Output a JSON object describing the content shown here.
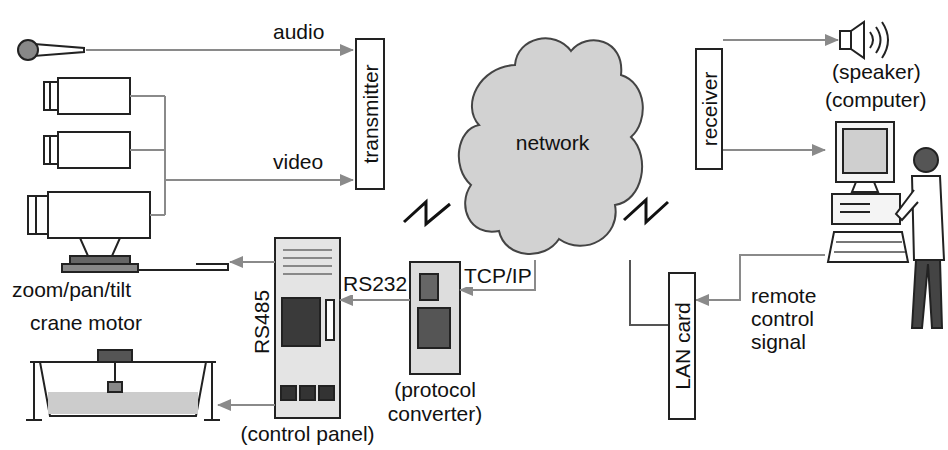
{
  "diagram": {
    "nodes": [
      {
        "text": [
          "transmitter"
        ]
      },
      {
        "text": [
          "zoom/pan/tilt"
        ]
      },
      {
        "text": [
          "crane motor"
        ]
      },
      {
        "text": [
          "(control panel)"
        ]
      },
      {
        "text": [
          "(protocol converter)"
        ]
      },
      {
        "text": [
          "network"
        ]
      },
      {
        "text": [
          "receiver"
        ]
      },
      {
        "text": [
          "(speaker)"
        ]
      },
      {
        "text": [
          "(computer)"
        ]
      },
      {
        "text": [
          "LAN card"
        ]
      }
    ],
    "edges": [
      {
        "from": 3,
        "to": 1,
        "arrow": "to"
      },
      {
        "from": 3,
        "to": 2,
        "arrow": "to"
      },
      {
        "from": 4,
        "to": 3,
        "label": "RS232",
        "arrow": "to"
      },
      {
        "from": 5,
        "to": 4,
        "label": "TCP/IP",
        "arrow": "to"
      },
      {
        "from": 9,
        "to": 5,
        "arrow": "none"
      },
      {
        "from": 8,
        "to": 9,
        "label": "remote control signal",
        "arrow": "to"
      },
      {
        "from": 6,
        "to": 7,
        "arrow": "to"
      },
      {
        "from": 6,
        "to": 8,
        "arrow": "to"
      }
    ],
    "labels": [
      "audio",
      "video",
      "RS485"
    ]
  }
}
